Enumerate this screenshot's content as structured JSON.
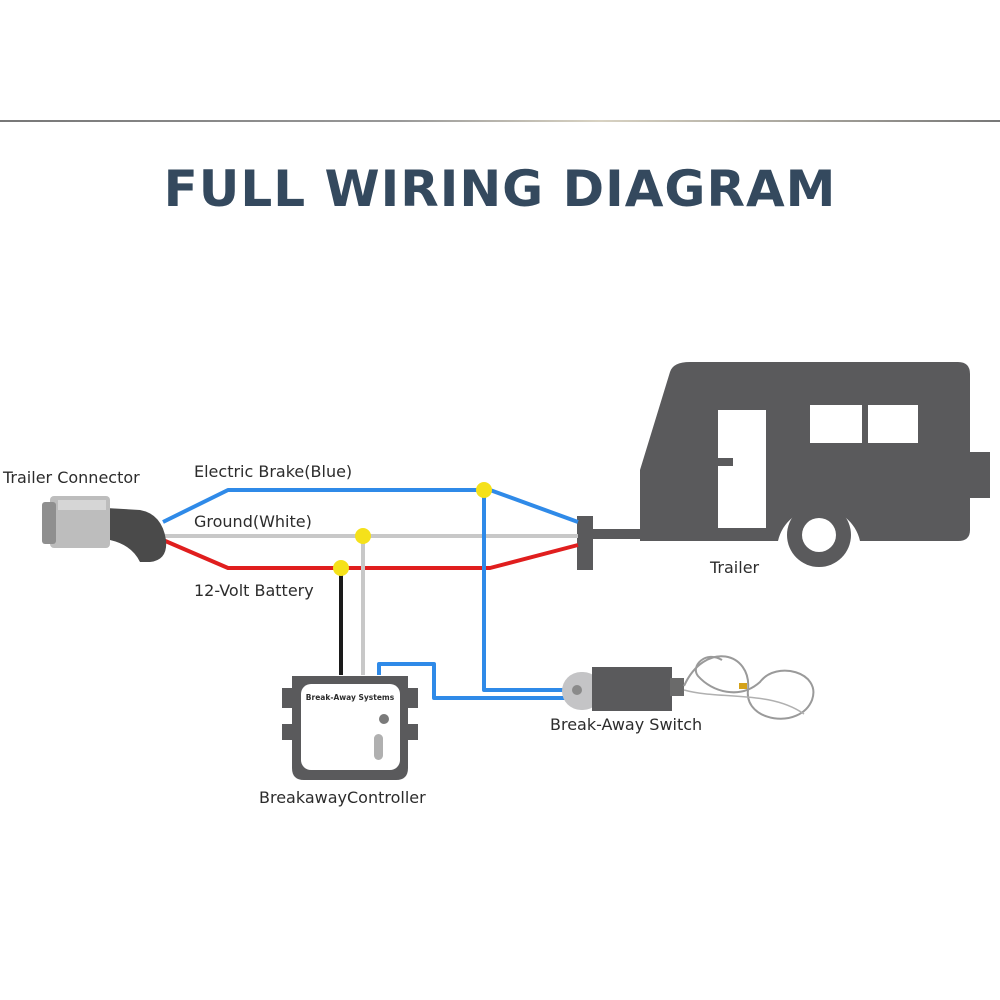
{
  "title": "FULL WIRING DIAGRAM",
  "labels": {
    "trailer_connector": "Trailer Connector",
    "electric_brake": "Electric Brake(Blue)",
    "ground": "Ground(White)",
    "battery": "12-Volt Battery",
    "trailer": "Trailer",
    "breakaway_switch": "Break-Away Switch",
    "breakaway_controller": "BreakawayController",
    "controller_brand": "Break-Away Systems"
  },
  "colors": {
    "blue_wire": "#2f8ae8",
    "white_wire": "#c8c8c8",
    "red_wire": "#e01e1e",
    "black_wire": "#1a1a1a",
    "junction": "#f5e11a",
    "trailer_body": "#5a5a5c",
    "title": "#34495e"
  }
}
